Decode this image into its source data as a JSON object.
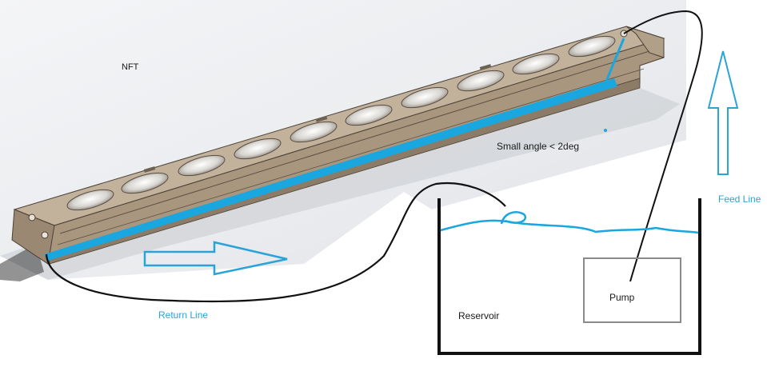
{
  "labels": {
    "nft": "NFT",
    "angle": "Small angle < 2deg",
    "feed_line": "Feed Line",
    "return_line": "Return Line",
    "reservoir": "Reservoir",
    "pump": "Pump"
  },
  "colors": {
    "channel_body": "#b9a892",
    "channel_edge": "#4a4035",
    "water": "#1aa7df",
    "arrow_outline": "#2aa3d8",
    "tube": "#111111",
    "reservoir_wall": "#111111",
    "pump_box": "#8a8a8a"
  },
  "channel": {
    "net_cups": 10
  }
}
